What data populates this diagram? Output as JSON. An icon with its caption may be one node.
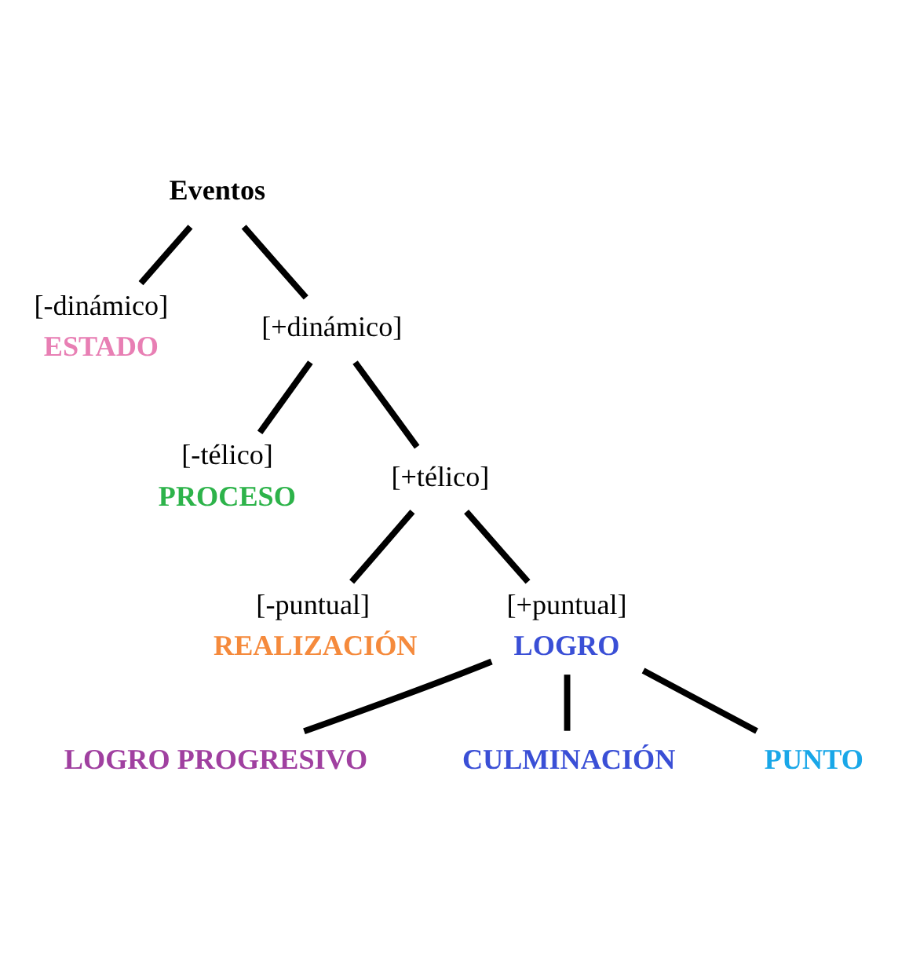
{
  "diagram": {
    "nodes": [
      {
        "text": [
          "Eventos"
        ]
      },
      {
        "text": [
          "[-dinámico]",
          "ESTADO"
        ]
      },
      {
        "text": [
          "[+dinámico]"
        ]
      },
      {
        "text": [
          "[-télico]",
          "PROCESO"
        ]
      },
      {
        "text": [
          "[+télico]"
        ]
      },
      {
        "text": [
          "[-puntual]",
          "REALIZACIÓN"
        ]
      },
      {
        "text": [
          "[+puntual]",
          "LOGRO"
        ]
      },
      {
        "text": [
          "LOGRO PROGRESIVO"
        ]
      },
      {
        "text": [
          "CULMINACIÓN"
        ]
      },
      {
        "text": [
          "PUNTO"
        ]
      }
    ],
    "edges": [
      {
        "from": 0,
        "to": 1,
        "arrow": "none"
      },
      {
        "from": 0,
        "to": 2,
        "arrow": "none"
      },
      {
        "from": 2,
        "to": 3,
        "arrow": "none"
      },
      {
        "from": 2,
        "to": 4,
        "arrow": "none"
      },
      {
        "from": 4,
        "to": 5,
        "arrow": "none"
      },
      {
        "from": 4,
        "to": 6,
        "arrow": "none"
      },
      {
        "from": 6,
        "to": 7,
        "arrow": "none"
      },
      {
        "from": 6,
        "to": 8,
        "arrow": "none"
      },
      {
        "from": 6,
        "to": 9,
        "arrow": "none"
      }
    ]
  }
}
